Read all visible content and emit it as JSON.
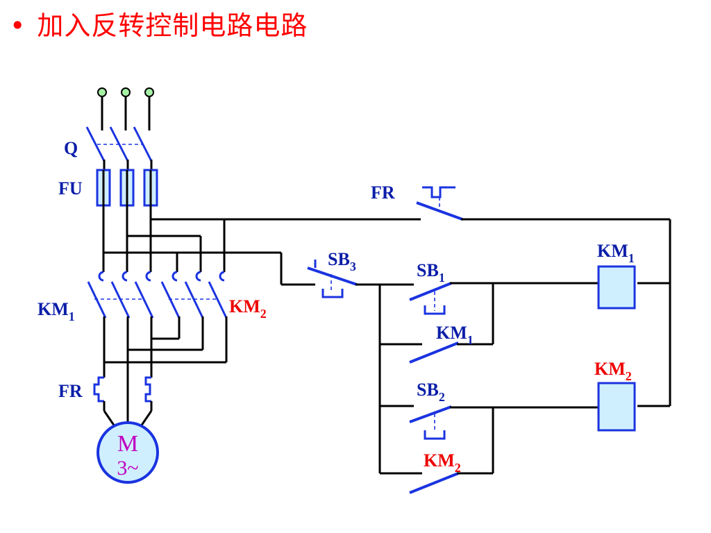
{
  "slide": {
    "bullet": "•",
    "title": "加入反转控制电路电路"
  },
  "labels": {
    "q": "Q",
    "fu": "FU",
    "fr_top": "FR",
    "fr_power": "FR",
    "km1_power": {
      "base": "KM",
      "sub": "1"
    },
    "km2_power": {
      "base": "KM",
      "sub": "2"
    },
    "sb3": {
      "base": "SB",
      "sub": "3"
    },
    "sb1": {
      "base": "SB",
      "sub": "1"
    },
    "sb2": {
      "base": "SB",
      "sub": "2"
    },
    "km1_aux": {
      "base": "KM",
      "sub": "1"
    },
    "km2_aux": {
      "base": "KM",
      "sub": "2"
    },
    "km1_coil": {
      "base": "KM",
      "sub": "1"
    },
    "km2_coil": {
      "base": "KM",
      "sub": "2"
    },
    "motor_line1": "M",
    "motor_line2": "3~"
  },
  "colors": {
    "title": "#ff0000",
    "label_blue": "#0b1ea8",
    "label_red": "#ee0000",
    "component_blue": "#1a33e0",
    "fill_light": "#cfefff",
    "motor_text": "#c000c0",
    "terminal_fill": "#a6f0a6"
  }
}
